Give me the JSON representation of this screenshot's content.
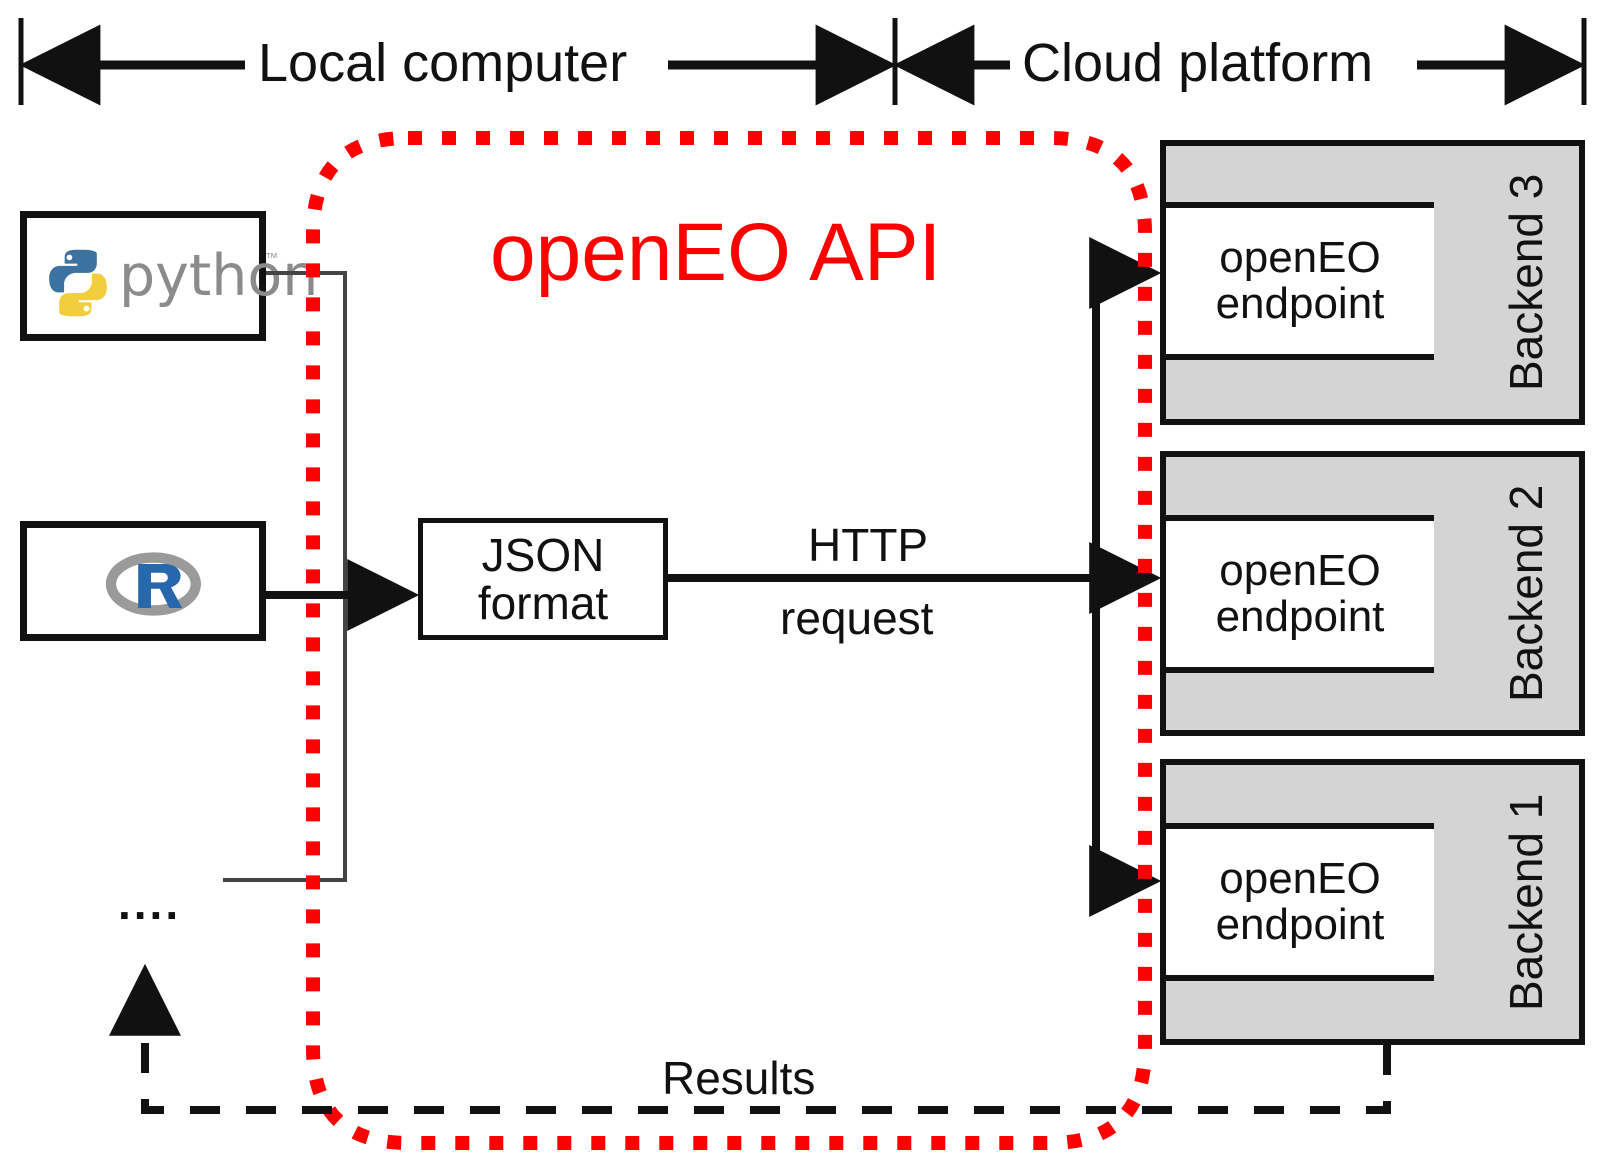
{
  "header": {
    "left_label": "Local computer",
    "right_label": "Cloud platform"
  },
  "clients": [
    {
      "name": "python",
      "wordmark": "python",
      "tm": "™"
    },
    {
      "name": "R",
      "wordmark": "R"
    }
  ],
  "json_box": {
    "line1": "JSON",
    "line2": "format"
  },
  "api_title": "openEO API",
  "http_label": {
    "line1": "HTTP",
    "line2": "request"
  },
  "results_label": "Results",
  "ellipsis": "....",
  "backends": [
    {
      "title": "Backend 3",
      "endpoint_line1": "openEO",
      "endpoint_line2": "endpoint"
    },
    {
      "title": "Backend 2",
      "endpoint_line1": "openEO",
      "endpoint_line2": "endpoint"
    },
    {
      "title": "Backend 1",
      "endpoint_line1": "openEO",
      "endpoint_line2": "endpoint"
    }
  ],
  "colors": {
    "api_red": "#ff0000",
    "line_black": "#111111",
    "backend_fill": "#d4d4d4",
    "python_blue": "#3b72a0",
    "python_yellow": "#ffd martin",
    "r_blue": "#2767ac",
    "r_gray": "#9a9a9a"
  }
}
